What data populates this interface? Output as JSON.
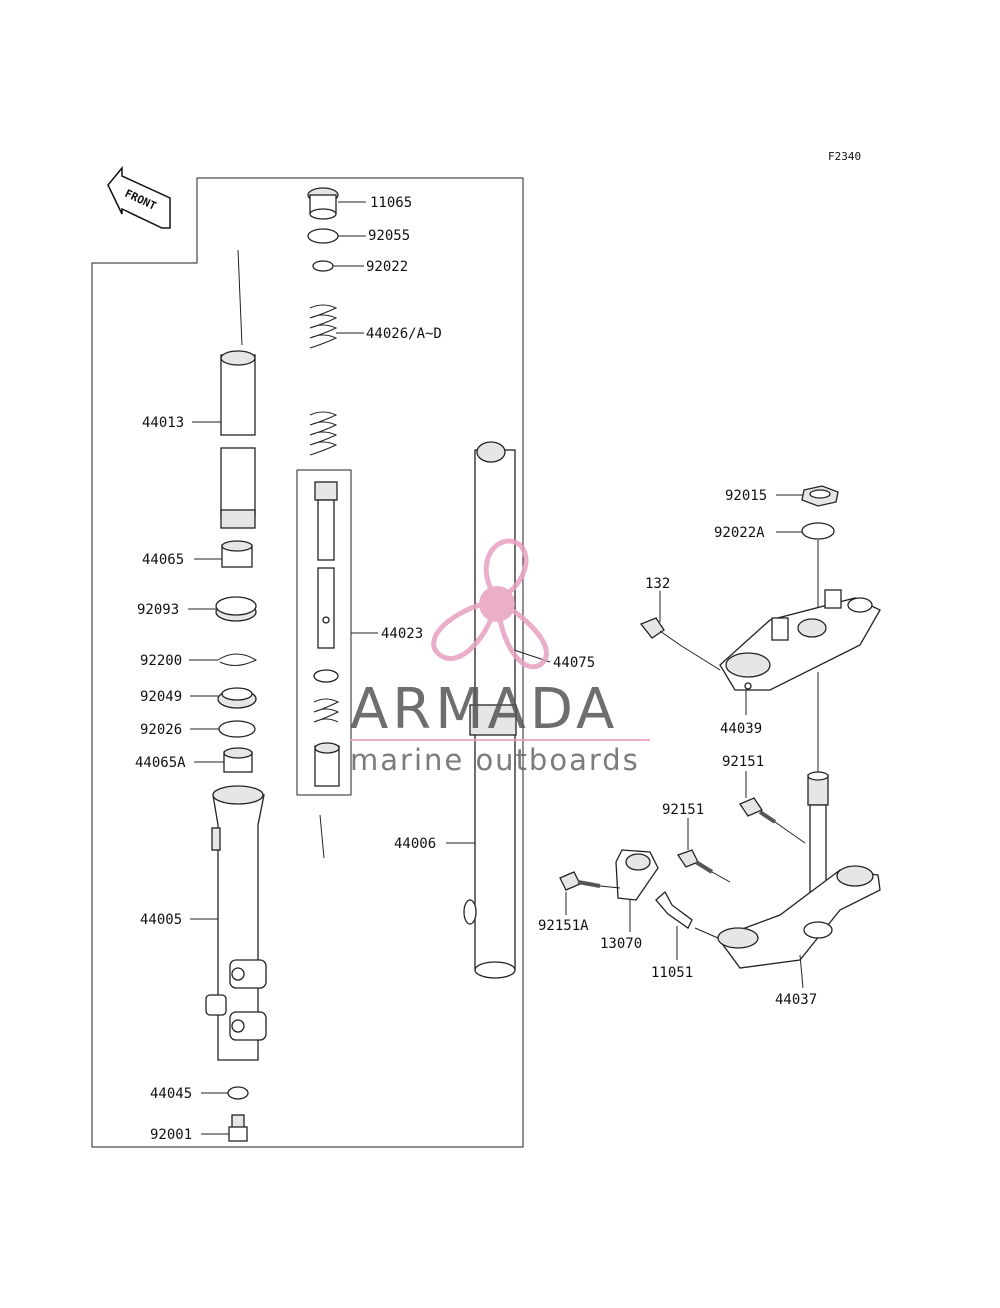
{
  "figure_code": "F2340",
  "front_label": "FRONT",
  "watermark": {
    "brand": "ARMADA",
    "tagline": "marine outboards",
    "colors": {
      "propeller": "#e8a0c0",
      "text": "#555555",
      "rule": "#e8a0c0"
    }
  },
  "parts": {
    "p11065": "11065",
    "p92055": "92055",
    "p92022": "92022",
    "p44026": "44026/A~D",
    "p44013": "44013",
    "p44065": "44065",
    "p92093": "92093",
    "p92200": "92200",
    "p92049": "92049",
    "p92026": "92026",
    "p44065A": "44065A",
    "p44005": "44005",
    "p44045": "44045",
    "p92001": "92001",
    "p44023": "44023",
    "p44075": "44075",
    "p44006": "44006",
    "p92015": "92015",
    "p92022A": "92022A",
    "p132": "132",
    "p44039": "44039",
    "p92151a": "92151",
    "p92151b": "92151",
    "p92151A": "92151A",
    "p13070": "13070",
    "p11051": "11051",
    "p44037": "44037"
  }
}
